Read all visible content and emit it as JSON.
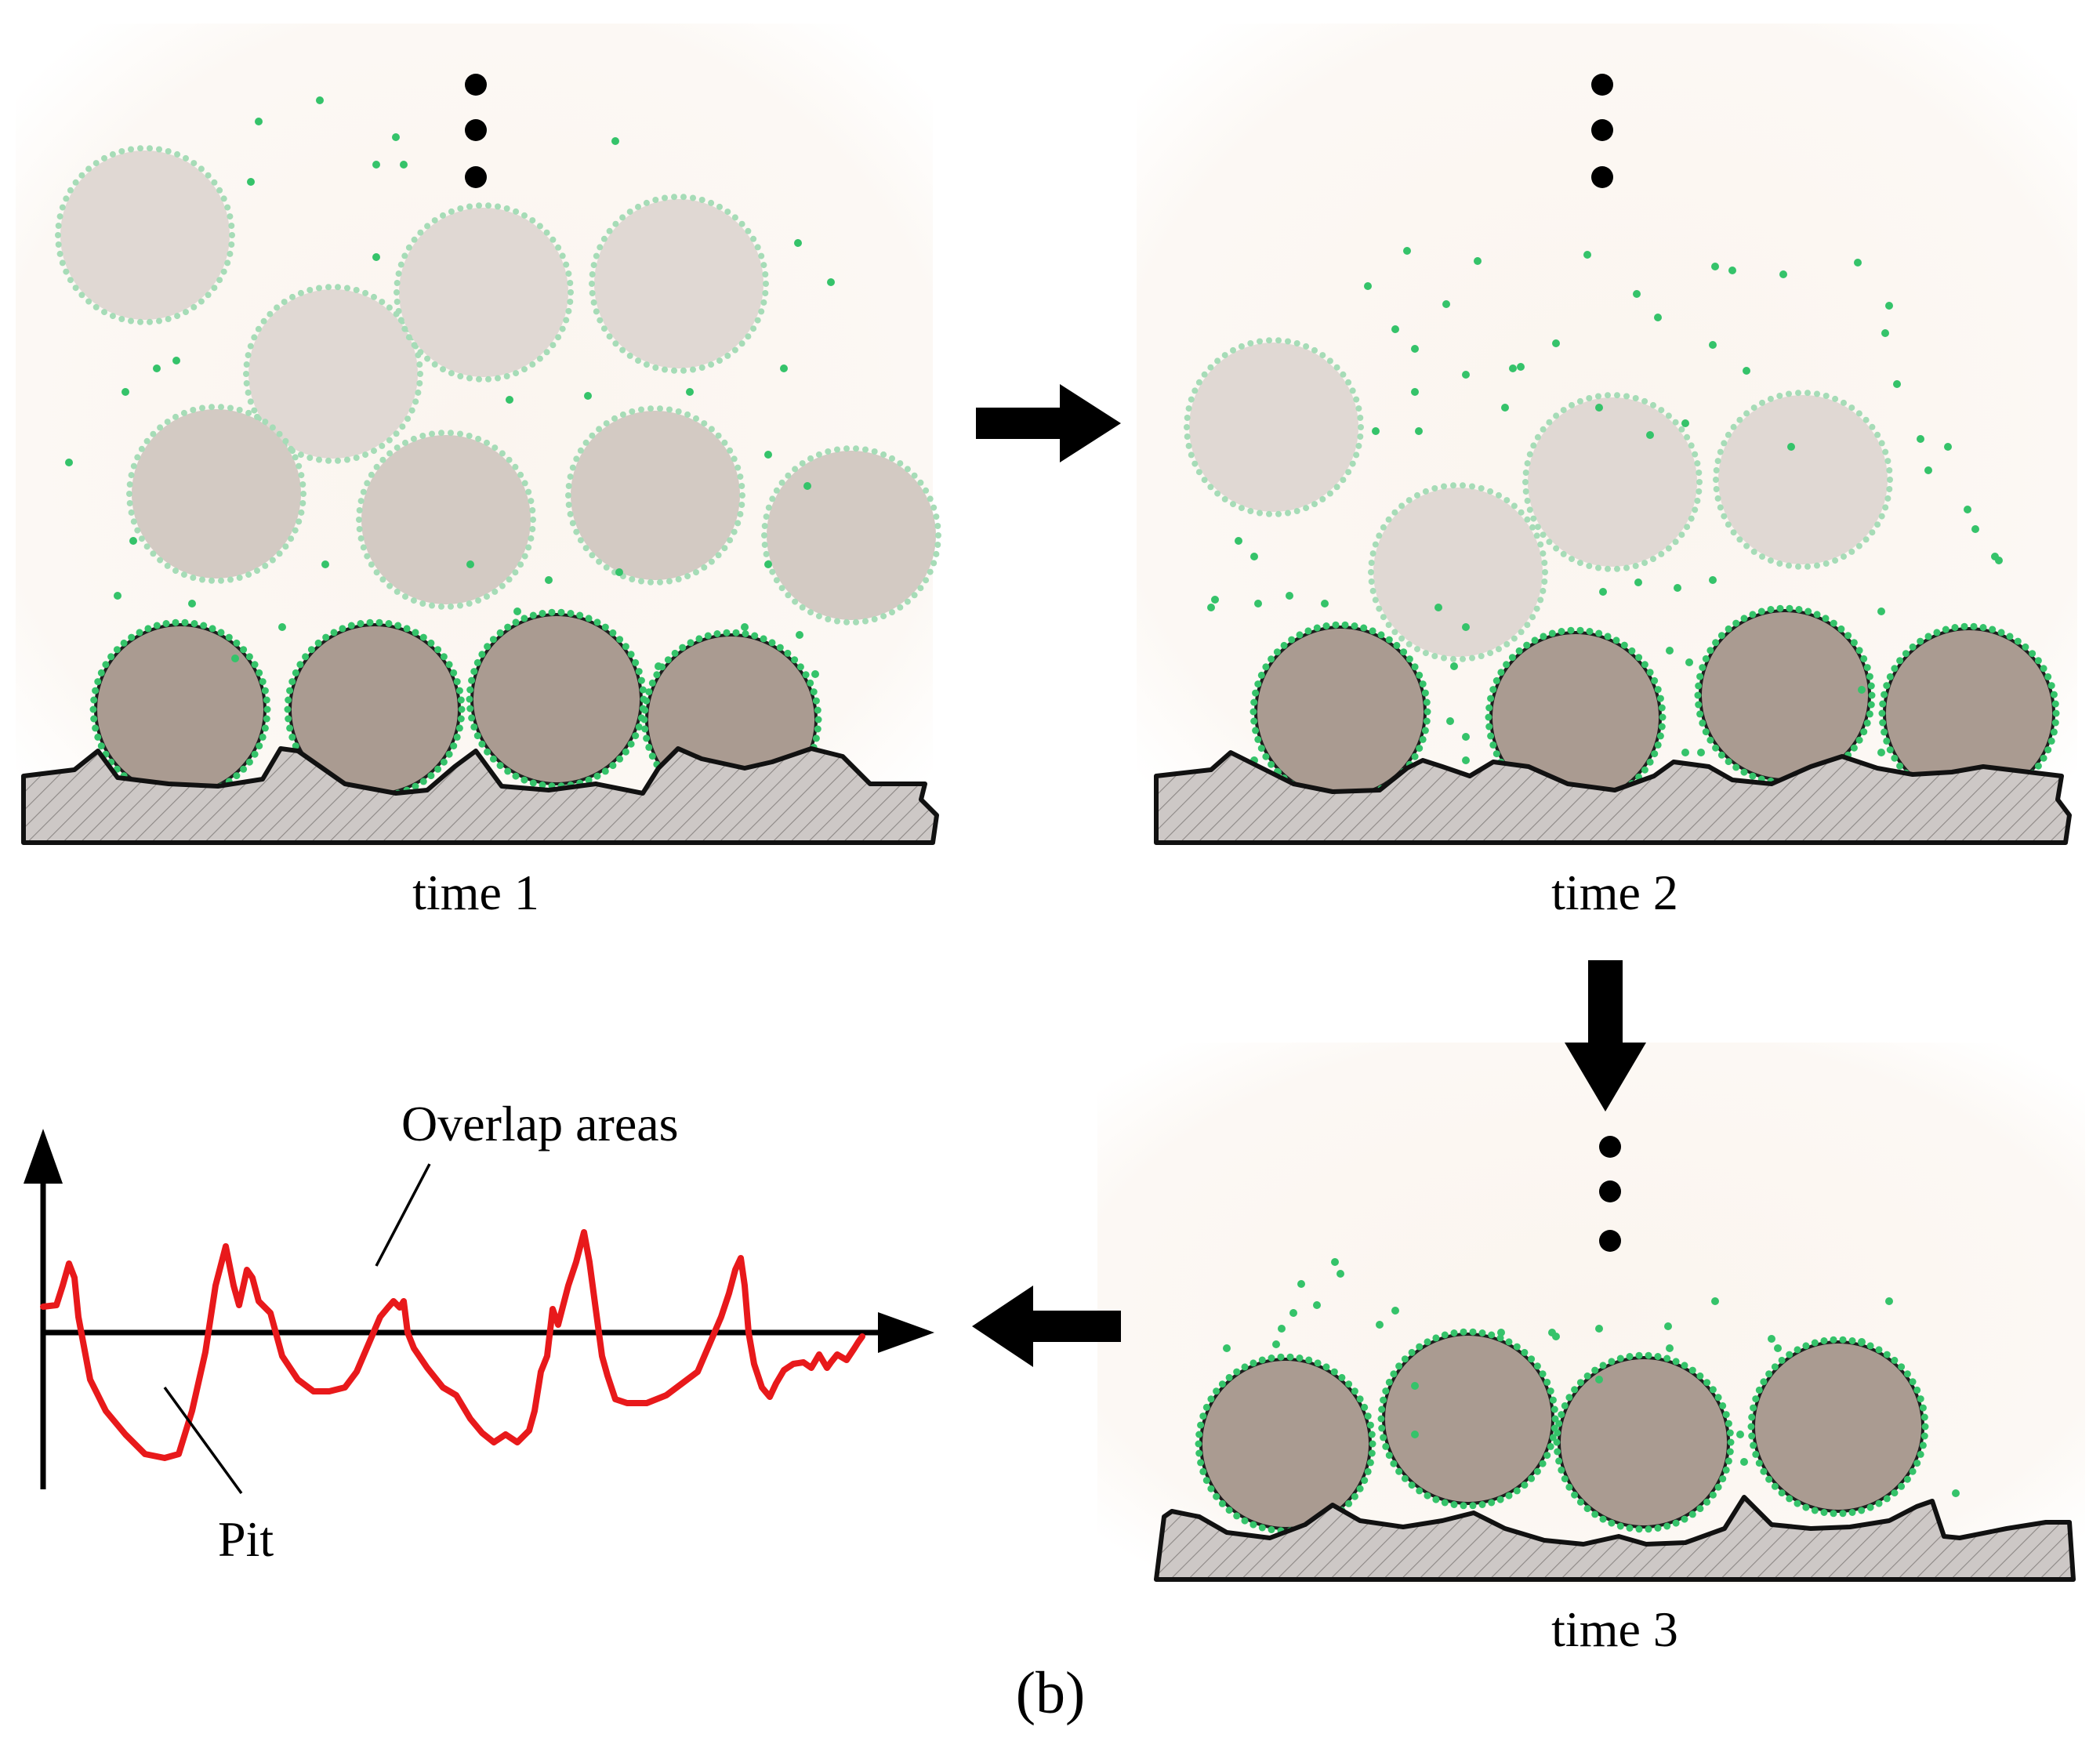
{
  "figure": {
    "label": "(b)",
    "panels": [
      {
        "id": "time1",
        "label": "time 1"
      },
      {
        "id": "time2",
        "label": "time 2"
      },
      {
        "id": "time3",
        "label": "time 3"
      }
    ],
    "profile": {
      "annotations": {
        "overlap": "Overlap areas",
        "pit": "Pit"
      }
    }
  },
  "colors": {
    "panel_background": "#fbf6f1",
    "deposited_particle": "#aa9b91",
    "suspended_particle_near": "#d3cac3",
    "suspended_particle_far": "#e0d8d3",
    "ion_dot": "#35c36a",
    "substrate_fill": "#cdc8c6",
    "substrate_outline": "#111111",
    "profile_line": "#e8191b",
    "arrow": "#000000"
  },
  "icons": {
    "process_arrow": "arrow-right / arrow-down / arrow-left",
    "continuation": "vertical-ellipsis-dots"
  }
}
